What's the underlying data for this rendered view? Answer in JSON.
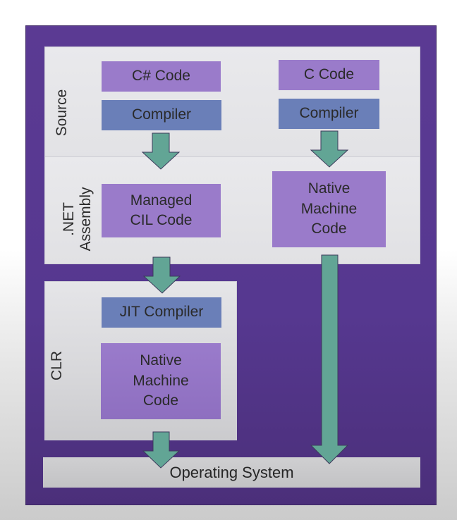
{
  "diagram": {
    "title": "",
    "layers": {
      "source": {
        "label": "Source",
        "csharp_code": "C# Code",
        "csharp_compiler": "Compiler",
        "c_code": "C Code",
        "c_compiler": "Compiler"
      },
      "assembly": {
        "label_line1": ".NET",
        "label_line2": "Assembly",
        "managed_cil": "Managed\nCIL Code",
        "native_code": "Native\nMachine\nCode"
      },
      "clr": {
        "label": "CLR",
        "jit_compiler": "JIT Compiler",
        "native_code": "Native\nMachine\nCode"
      },
      "os": {
        "label": "Operating System"
      }
    },
    "arrows": [
      {
        "from": "csharp-compiler",
        "to": "managed-cil-code"
      },
      {
        "from": "c-compiler",
        "to": "assembly-native-machine-code"
      },
      {
        "from": "managed-cil-code",
        "to": "jit-compiler"
      },
      {
        "from": "clr-native-machine-code",
        "to": "operating-system"
      },
      {
        "from": "assembly-native-machine-code",
        "to": "operating-system"
      }
    ],
    "colors": {
      "frame": "#5b3a93",
      "panel": "#e9e9ec",
      "code_box": "#9a7bca",
      "compiler_box": "#6a7fb8",
      "arrow": "#62a595",
      "os_bar": "#c9c9cb"
    }
  }
}
